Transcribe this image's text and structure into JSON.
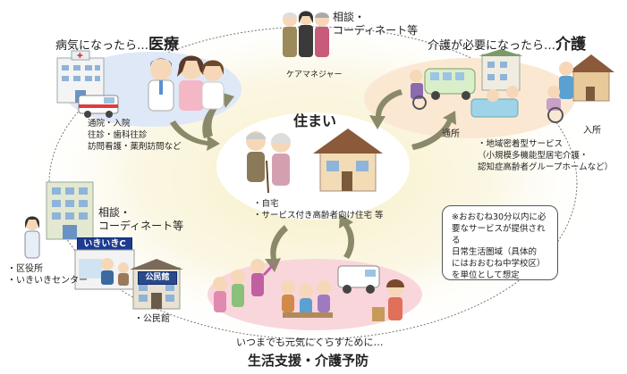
{
  "medical": {
    "title": "病気になったら…",
    "title_big": "医療",
    "lines": [
      "通院・入院",
      "往診・歯科往診",
      "訪問看護・薬剤訪問など"
    ]
  },
  "care": {
    "title": "介護が必要になったら…",
    "title_big": "介護",
    "tsusho": "通所",
    "nyusho": "入所",
    "lines": [
      "・地域密着型サービス",
      "（小規模多機能型居宅介護・",
      "認知症高齢者グループホームなど）"
    ]
  },
  "consult_top": {
    "lines": [
      "相談・",
      "コーディネート等"
    ],
    "caption": "ケアマネジャー"
  },
  "housing": {
    "title": "住まい",
    "lines": [
      "・自宅",
      "・サービス付き高齢者向け住宅 等"
    ]
  },
  "consult_left": {
    "lines": [
      "相談・",
      "コーディネート等"
    ],
    "office_lines": [
      "・区役所",
      "・いきいきセンター"
    ],
    "sign": "いきいきC",
    "kominkan_sign": "公民館",
    "kominkan_label": "・公民館"
  },
  "note": {
    "lines": [
      "※おおむね30分以内に必",
      "要なサービスが提供される",
      "日常生活圏域（具体的",
      "にはおおむね中学校区）",
      "を単位として想定"
    ]
  },
  "support": {
    "subtitle": "いつまでも元気にくらすために…",
    "title": "生活支援・介護予防"
  },
  "colors": {
    "medical_ellipse": "#dfe8f6",
    "care_ellipse": "#fbe8d3",
    "support_ellipse": "#f9d6dc",
    "housing_ellipse": "#ffffff",
    "arrow": "#8a8a6a"
  }
}
